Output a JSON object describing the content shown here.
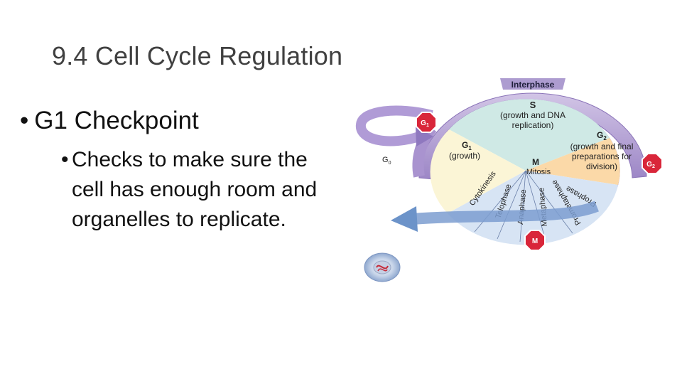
{
  "slide": {
    "title": "9.4 Cell Cycle Regulation",
    "bullet_level1": "G1 Checkpoint",
    "bullet_level2": "Checks to make sure the cell has enough room and organelles to replicate."
  },
  "diagram": {
    "interphase": "Interphase",
    "s_label": "S",
    "s_desc_1": "(growth and DNA",
    "s_desc_2": "replication)",
    "g1_label": "G",
    "g1_sub": "1",
    "g1_desc": "(growth)",
    "g2_label": "G",
    "g2_sub": "2",
    "g2_desc_1": "(growth and final",
    "g2_desc_2": "preparations for",
    "g2_desc_3": "division)",
    "m_label": "M",
    "mitosis": "Mitosis",
    "g0_label": "G",
    "g0_sub": "0",
    "phases": [
      "Cytokinesis",
      "Telophase",
      "Anaphase",
      "Metaphase",
      "Prometaphase",
      "Prophase"
    ],
    "checkpoint_g1": "G",
    "checkpoint_g1_sub": "1",
    "checkpoint_g2": "G",
    "checkpoint_g2_sub": "2",
    "checkpoint_m": "M",
    "colors": {
      "ring": "#b8a5d6",
      "ring_dark": "#8a73b8",
      "s_sector": "#cfe9e5",
      "g1_sector": "#fbf5d6",
      "g2_sector": "#fbd9a8",
      "m_sector": "#d7e4f4",
      "stop_sign": "#d9263a",
      "arrow_blue": "#6c93c9"
    }
  }
}
